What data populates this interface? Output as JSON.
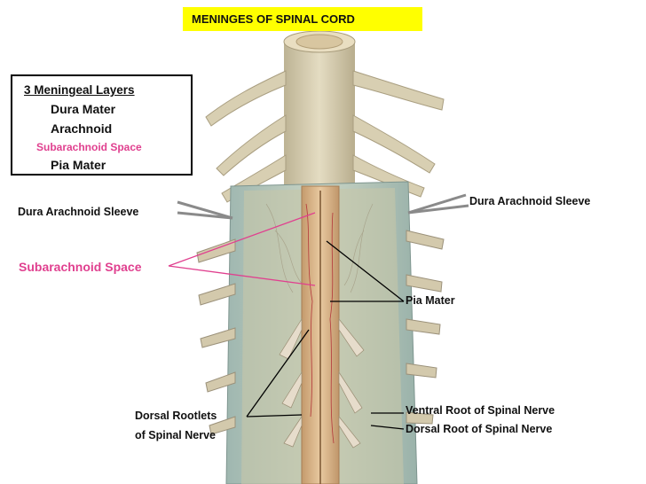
{
  "title": "MENINGES OF SPINAL CORD",
  "layers_box": {
    "heading": "3 Meningeal Layers",
    "items": [
      "Dura Mater",
      "Arachnoid",
      "Subarachnoid Space",
      "Pia Mater"
    ]
  },
  "labels": {
    "dura_left": "Dura Arachnoid Sleeve",
    "dura_right": "Dura Arachnoid Sleeve",
    "subarachnoid": "Subarachnoid Space",
    "pia": "Pia Mater",
    "dorsal_rootlets_line1": "Dorsal Rootlets",
    "dorsal_rootlets_line2": "of Spinal Nerve",
    "ventral_root": "Ventral Root of Spinal Nerve",
    "dorsal_root": "Dorsal Root of Spinal Nerve"
  },
  "colors": {
    "title_bg": "#ffff00",
    "pink_label": "#e0408f",
    "dura": "#b8c9b6",
    "cord": "#d9b68c",
    "nerve": "#d6ccae"
  }
}
